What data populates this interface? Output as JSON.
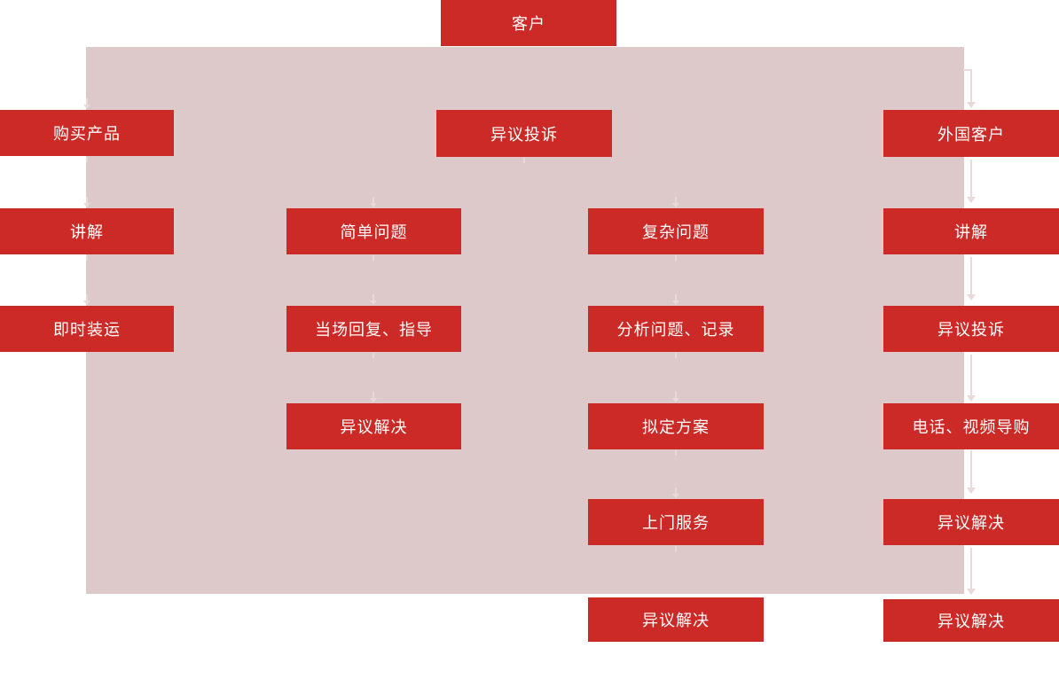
{
  "diagram": {
    "type": "flowchart",
    "root": {
      "label": "客户"
    },
    "columns": {
      "left": {
        "boxes": [
          {
            "label": "购买产品"
          },
          {
            "label": "讲解"
          },
          {
            "label": "即时装运"
          }
        ]
      },
      "middle_left": {
        "boxes": [
          {
            "label": "简单问题"
          },
          {
            "label": "当场回复、指导"
          },
          {
            "label": "异议解决"
          }
        ]
      },
      "center": {
        "boxes": [
          {
            "label": "异议投诉"
          }
        ]
      },
      "middle_right": {
        "boxes": [
          {
            "label": "复杂问题"
          },
          {
            "label": "分析问题、记录"
          },
          {
            "label": "拟定方案"
          },
          {
            "label": "上门服务"
          },
          {
            "label": "异议解决"
          }
        ]
      },
      "right": {
        "boxes": [
          {
            "label": "外国客户"
          },
          {
            "label": "讲解"
          },
          {
            "label": "异议投诉"
          },
          {
            "label": "电话、视频导购"
          },
          {
            "label": "异议解决"
          },
          {
            "label": "异议解决"
          }
        ]
      }
    },
    "colors": {
      "node_fill": "#cc2a26",
      "node_text": "#ffffff",
      "panel_background": "#ddc9c9",
      "connector": "#e9d9d9",
      "page_background": "#ffffff"
    }
  }
}
